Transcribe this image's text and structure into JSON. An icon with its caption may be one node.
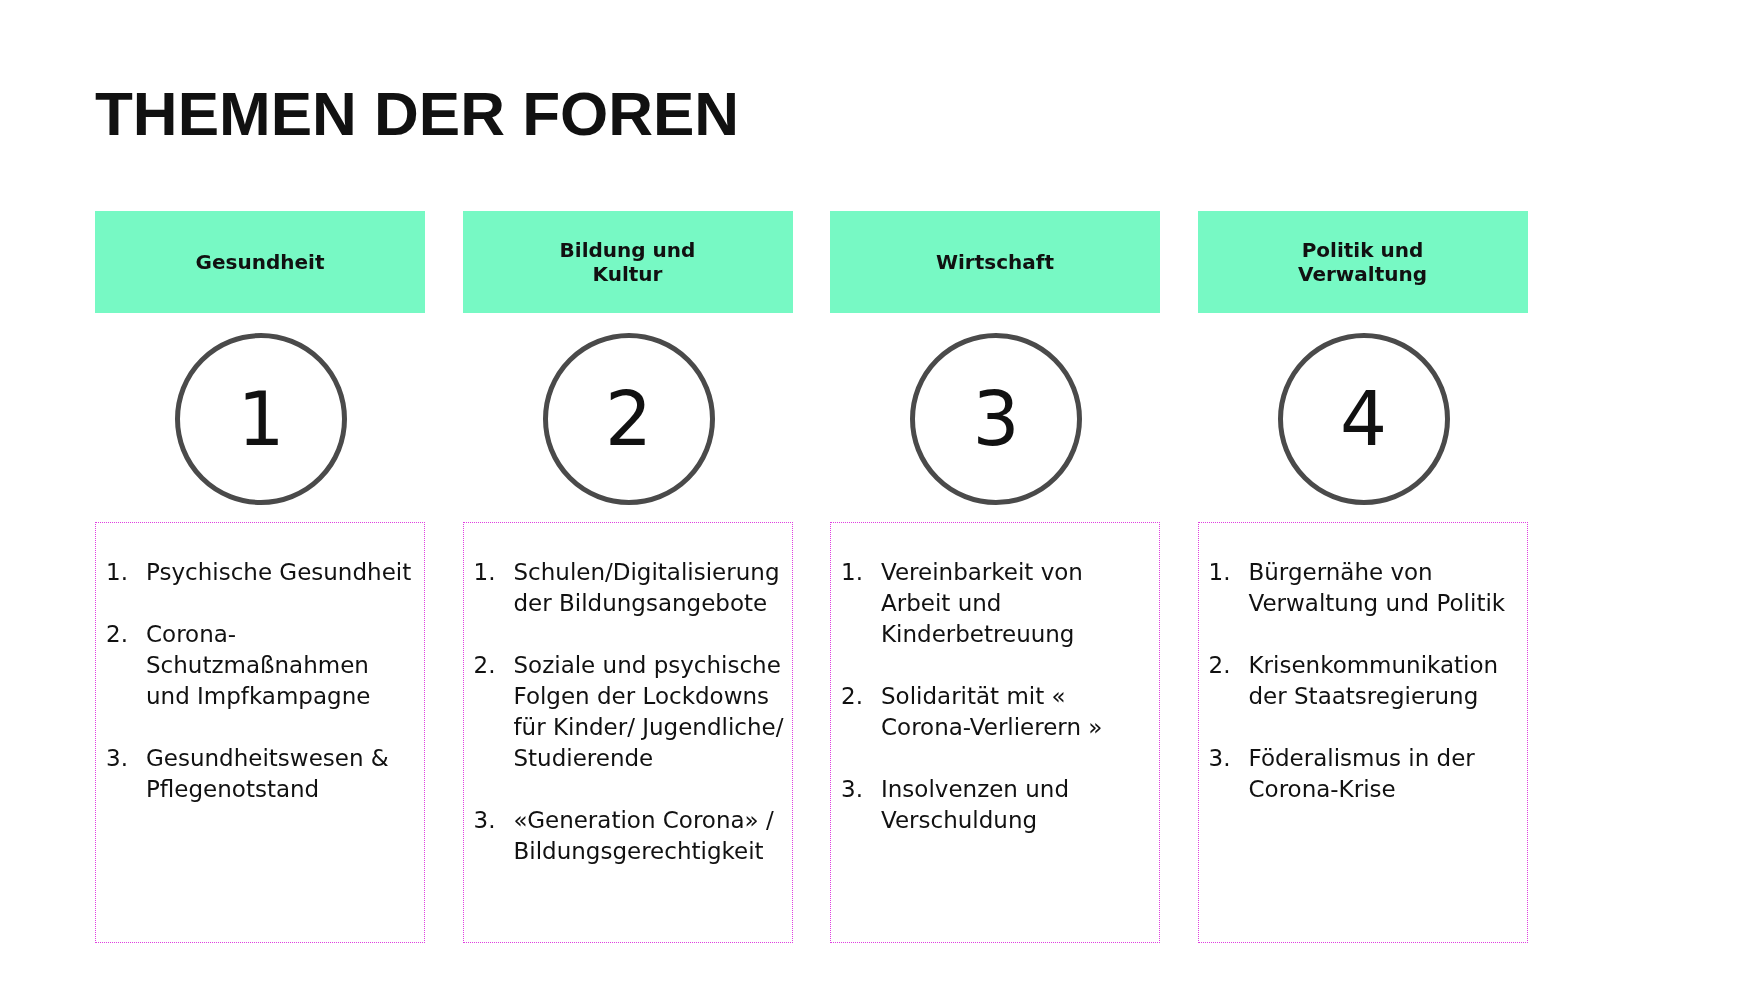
{
  "diagram": {
    "title": "THEMEN DER FOREN",
    "nodes": [
      {
        "text": [
          "Gesundheit"
        ]
      },
      {
        "text": [
          "Bildung und Kultur"
        ]
      },
      {
        "text": [
          "Wirtschaft"
        ]
      },
      {
        "text": [
          "Politik und Verwaltung"
        ]
      },
      {
        "text": [
          "1"
        ]
      },
      {
        "text": [
          "2"
        ]
      },
      {
        "text": [
          "3"
        ]
      },
      {
        "text": [
          "4"
        ]
      },
      {
        "text": [
          "1. Psychische Gesundheit",
          "2. Corona-Schutzmaßnahmen und Impfkampagne",
          "3. Gesundheitswesen & Pflegenotstand"
        ]
      },
      {
        "text": [
          "1. Schulen/Digitalisierung der Bildungsangebote",
          "2. Soziale und psychische Folgen der Lockdowns für Kinder/ Jugendliche/ Studierende",
          "3. «Generation Corona» / Bildungsgerechtigkeit"
        ]
      },
      {
        "text": [
          "1. Vereinbarkeit von Arbeit und Kinderbetreuung",
          "2. Solidarität mit « Corona-Verlierern »",
          "3. Insolvenzen und Verschuldung"
        ]
      },
      {
        "text": [
          "1. Bürgernähe von Verwaltung und Politik",
          "2. Krisenkommunikation der Staatsregierung",
          "3. Föderalismus in der Corona-Krise"
        ]
      }
    ]
  }
}
